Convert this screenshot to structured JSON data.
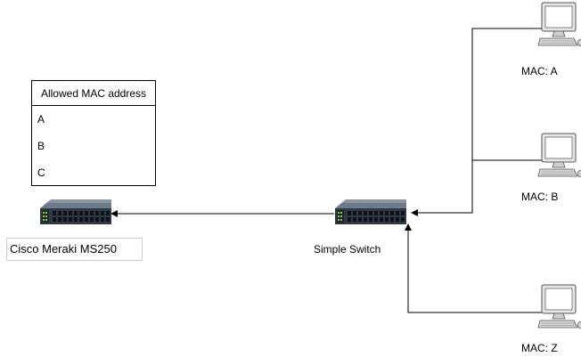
{
  "allowed_table": {
    "header": "Allowed MAC address",
    "rows": [
      "A",
      "B",
      "C"
    ]
  },
  "devices": {
    "meraki": {
      "label": "Cisco Meraki MS250",
      "icon": "network-switch-icon"
    },
    "simple_switch": {
      "label": "Simple Switch",
      "icon": "network-switch-icon"
    },
    "pc_a": {
      "label": "MAC: A",
      "icon": "desktop-computer-icon"
    },
    "pc_b": {
      "label": "MAC: B",
      "icon": "desktop-computer-icon"
    },
    "pc_z": {
      "label": "MAC: Z",
      "icon": "desktop-computer-icon"
    }
  },
  "colors": {
    "line": "#000000",
    "switch_body": "#3b4654",
    "switch_port_led": "#7ed321"
  }
}
